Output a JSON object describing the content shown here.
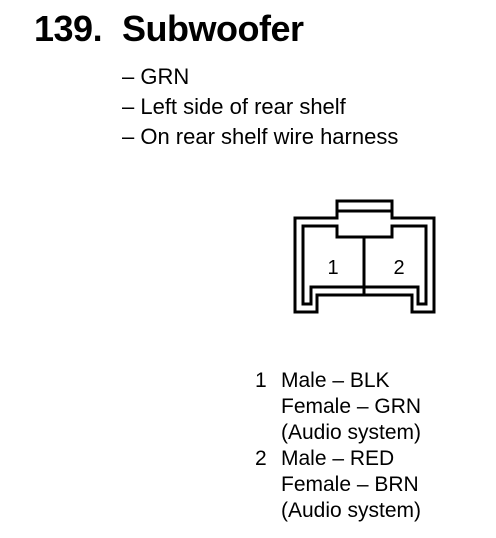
{
  "heading": {
    "number": "139.",
    "title": "Subwoofer"
  },
  "details": [
    "– GRN",
    "– Left side of rear shelf",
    "– On rear shelf wire harness"
  ],
  "connector": {
    "cavity_labels": [
      "1",
      "2"
    ]
  },
  "pins": [
    {
      "number": "1",
      "lines": [
        "Male – BLK",
        "Female – GRN",
        "(Audio system)"
      ]
    },
    {
      "number": "2",
      "lines": [
        "Male – RED",
        "Female – BRN",
        "(Audio system)"
      ]
    }
  ]
}
